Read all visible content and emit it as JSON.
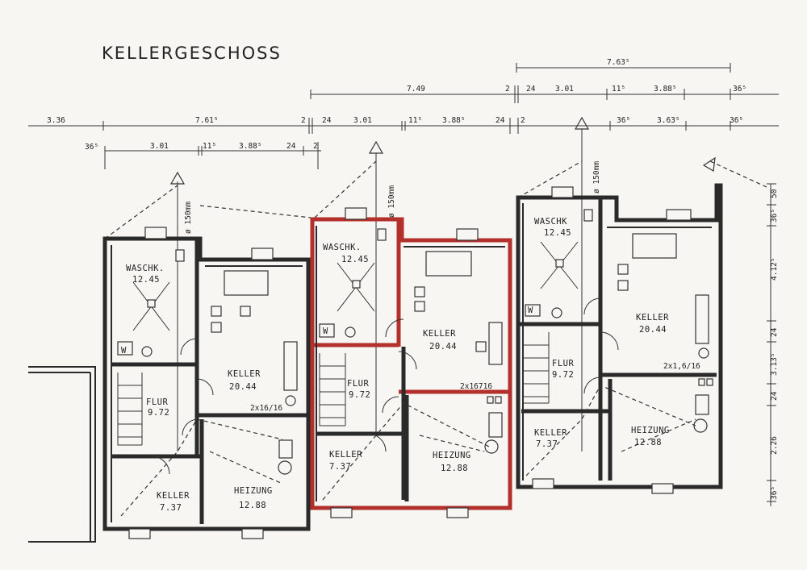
{
  "title": "KELLERGESCHOSS",
  "dimensions": {
    "top_total_right": "7.63⁵",
    "row2_total": "7.49",
    "row2_2a": "2",
    "row2_24": "24",
    "row2_301": "3.01",
    "row2_115": "11⁵",
    "row2_3885": "3.88⁵",
    "row2_365": "36⁵",
    "row3_336": "3.36",
    "row3_7615": "7.61⁵",
    "row3_2": "2",
    "row3_24": "24",
    "row3_301": "3.01",
    "row3_115": "11⁵",
    "row3_3885": "3.88⁵",
    "row3_24b": "24",
    "row3_2b": "2",
    "row3_365a": "36⁵",
    "row3_3635": "3.63⁵",
    "row3_365b": "36⁵",
    "row4_365": "36⁵",
    "row4_301": "3.01",
    "row4_115": "11⁵",
    "row4_3885": "3.88⁵",
    "row4_24": "24",
    "row4_2": "2",
    "side_50": "50",
    "side_365a": "36⁵",
    "side_4125": "4.12⁵",
    "side_24a": "24",
    "side_3135": "3.13⁵",
    "side_24b": "24",
    "side_226": "2.26",
    "side_365b": "36⁵",
    "vent": "ø 150mm"
  },
  "units": [
    {
      "waschk": "WASCHK.",
      "waschk_area": "12.45",
      "keller_main": "KELLER",
      "keller_main_area": "20.44",
      "window_note": "2x16/16",
      "flur": "FLUR",
      "flur_area": "9.72",
      "keller_small": "KELLER",
      "keller_small_area": "7.37",
      "heizung": "HEIZUNG",
      "heizung_area": "12.88",
      "w": "W"
    },
    {
      "waschk": "WASCHK.",
      "waschk_area": "12.45",
      "keller_main": "KELLER",
      "keller_main_area": "20.44",
      "window_note": "2x16716",
      "flur": "FLUR",
      "flur_area": "9.72",
      "keller_small": "KELLER",
      "keller_small_area": "7.37",
      "heizung": "HEIZUNG",
      "heizung_area": "12.88",
      "w": "W"
    },
    {
      "waschk": "WASCHK",
      "waschk_area": "12.45",
      "keller_main": "KELLER",
      "keller_main_area": "20.44",
      "window_note": "2x1,6/16",
      "flur": "FLUR",
      "flur_area": "9.72",
      "keller_small": "KELLER",
      "keller_small_area": "7.37",
      "heizung": "HEIZUNG",
      "heizung_area": "12.88",
      "w": "W"
    }
  ],
  "colors": {
    "highlight": "#b3302c",
    "wall": "#2a2a2a",
    "paper": "#f7f6f2"
  }
}
